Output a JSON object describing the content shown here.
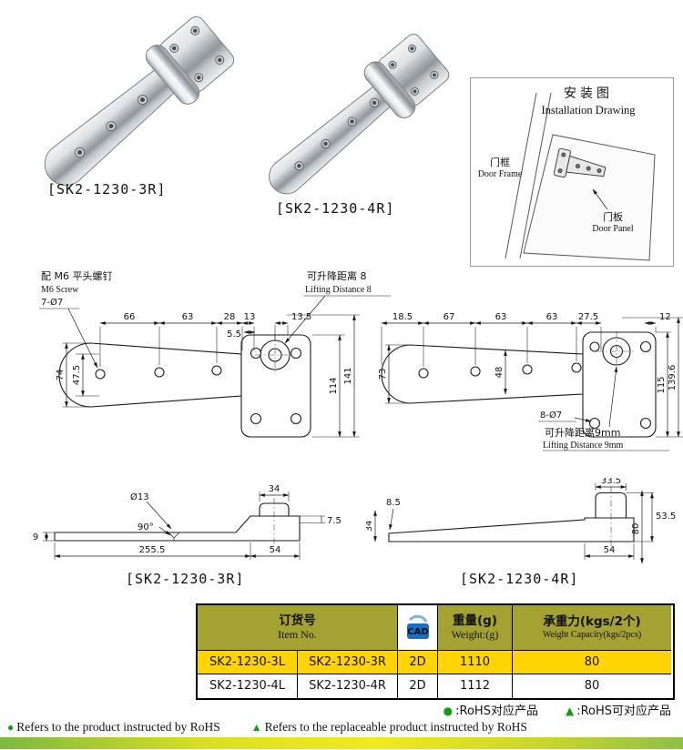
{
  "products": {
    "label_3r": "[SK2-1230-3R]",
    "label_4r": "[SK2-1230-4R]"
  },
  "installation": {
    "title_cn": "安装图",
    "title_en": "Installation Drawing",
    "frame_cn": "门框",
    "frame_en": "Door Frame",
    "panel_cn": "门板",
    "panel_en": "Door Panel"
  },
  "plan_left": {
    "note_cn": "配 M6 平头螺钉",
    "note_en": "M6 Screw",
    "holes": "7-Ø7",
    "lift_cn": "可升降距离 8",
    "lift_en": "Lifting Distance 8",
    "d66": "66",
    "d63": "63",
    "d28": "28",
    "d13": "13",
    "d13_5": "13.5",
    "d5_5": "5.5",
    "d74": "74",
    "d47_5": "47.5",
    "d114": "114",
    "d141": "141"
  },
  "plan_right": {
    "d18_5": "18.5",
    "d67": "67",
    "d63a": "63",
    "d63b": "63",
    "d27_5": "27.5",
    "d12": "12",
    "d73": "73",
    "d48": "48",
    "d115": "115",
    "d139_6": "139.6",
    "holes": "8-Ø7",
    "lift_cn": "可升降距离9mm",
    "lift_en": "Lifting Distance 9mm"
  },
  "side_left": {
    "label": "[SK2-1230-3R]",
    "dia": "Ø13",
    "angle": "90°",
    "d34": "34",
    "d7_5": "7.5",
    "d9": "9",
    "d255_5": "255.5",
    "d54": "54"
  },
  "side_right": {
    "label": "[SK2-1230-4R]",
    "d8_5": "8.5",
    "d33_5": "33.5",
    "d53_5": "53.5",
    "d34": "34",
    "d54": "54",
    "d80": "80"
  },
  "table": {
    "header": {
      "item_cn": "订货号",
      "item_en": "Item No.",
      "cad_label": "CAD",
      "weight_cn": "重量(g)",
      "weight_en": "Weight:(g)",
      "capacity_cn": "承重力(kgs/2个)",
      "capacity_en": "Weight Capacity(kgs/2pcs)"
    },
    "rows": [
      {
        "item_l": "SK2-1230-3L",
        "item_r": "SK2-1230-3R",
        "cad": "2D",
        "weight": "1110",
        "capacity": "80"
      },
      {
        "item_l": "SK2-1230-4L",
        "item_r": "SK2-1230-4R",
        "cad": "2D",
        "weight": "1112",
        "capacity": "80"
      }
    ]
  },
  "footnotes": {
    "dot": "●",
    "tri": "▲",
    "cn_dot": ":RoHS对应产品",
    "cn_tri": ":RoHS可对应产品",
    "en_dot": "Refers to the product instructed by RoHS",
    "en_tri": "Refers to the replaceable product instructed by RoHS"
  },
  "colors": {
    "table_header_bg": "#a3a233",
    "row_highlight_yellow": "#ffd400",
    "rohs_green": "#149b14",
    "cad_blue": "#1a6fc4",
    "bottom_bar_green": "#7db93f",
    "bottom_bar_yellow": "#f2ea1a"
  }
}
